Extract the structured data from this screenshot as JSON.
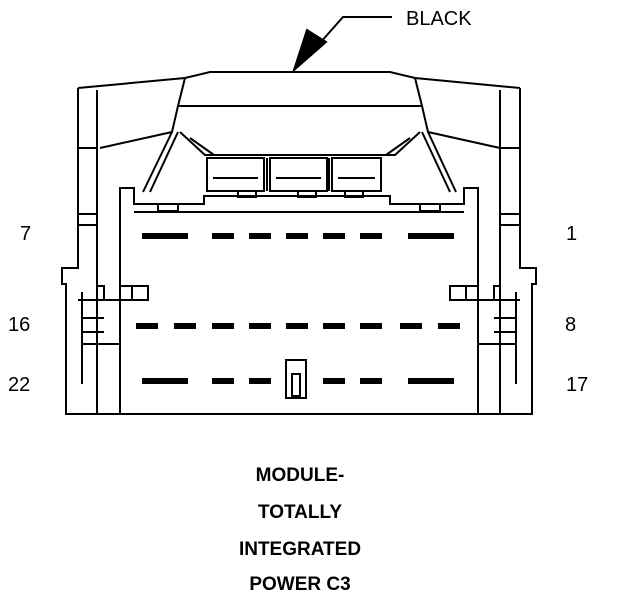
{
  "callout": {
    "color_label": "BLACK"
  },
  "pin_labels": {
    "top_left": "7",
    "top_right": "1",
    "mid_left": "16",
    "mid_right": "8",
    "bottom_left": "22",
    "bottom_right": "17"
  },
  "caption": [
    "MODULE-",
    "TOTALLY",
    "INTEGRATED",
    "POWER C3"
  ],
  "colors": {
    "line": "#000000",
    "background": "#ffffff"
  }
}
